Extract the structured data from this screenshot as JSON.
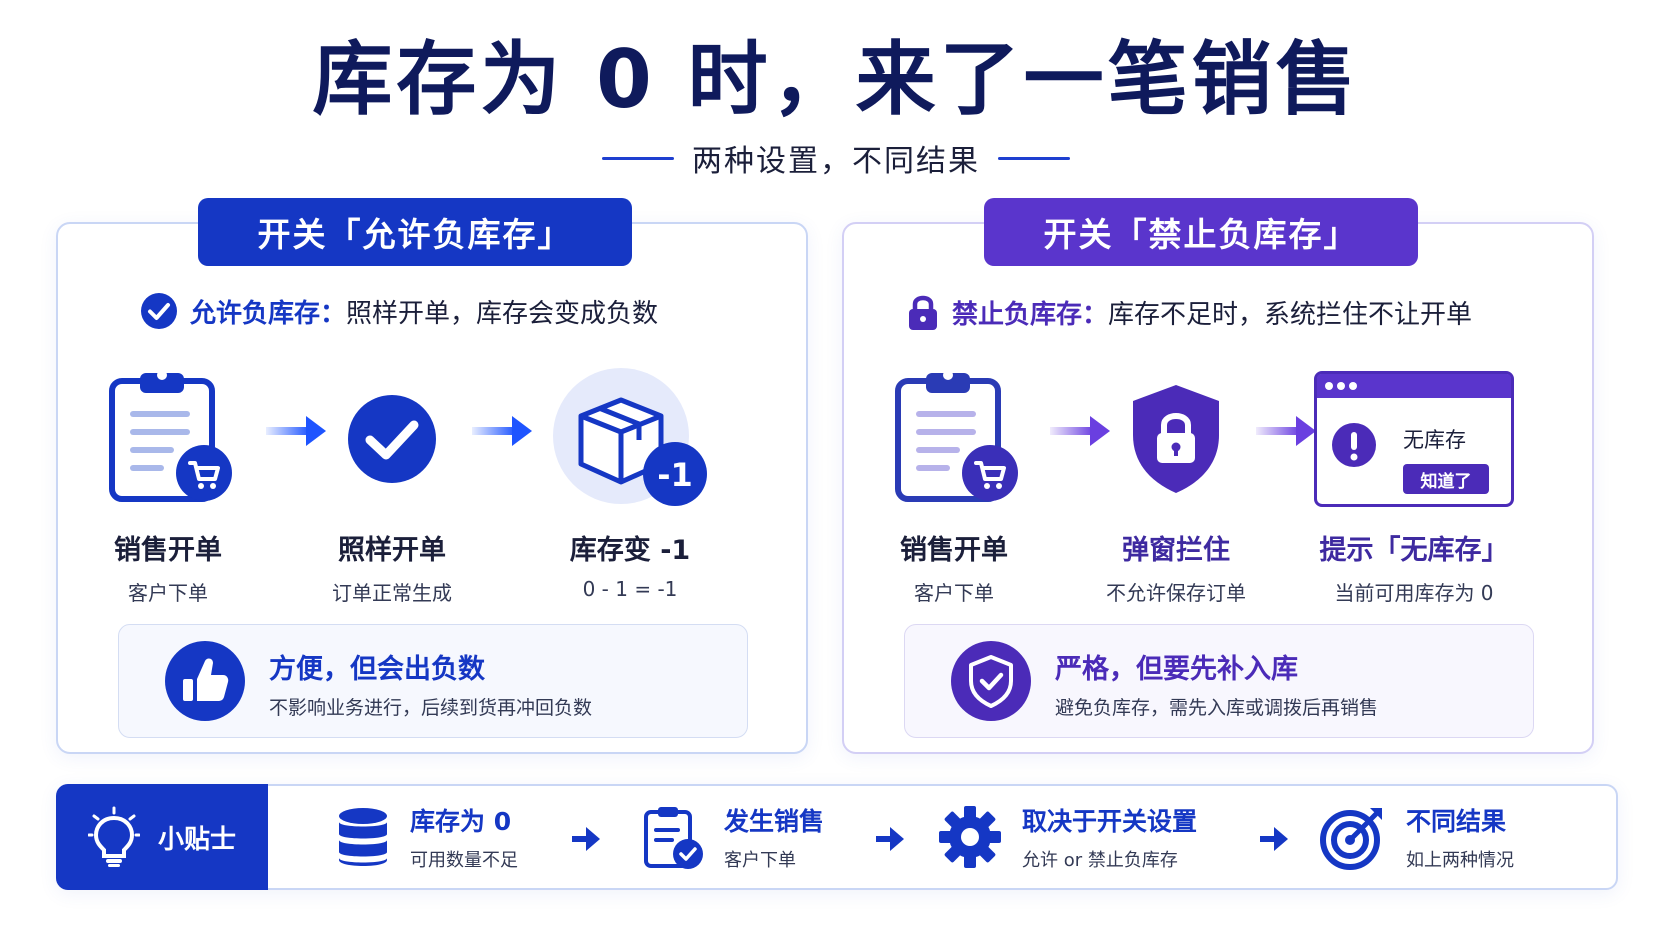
{
  "title": "库存为 0 时，来了一笔销售",
  "subtitle": "两种设置，不同结果",
  "colors": {
    "blue": "#1537c4",
    "purple": "#5a35cc",
    "navy": "#0f1a5c"
  },
  "left": {
    "tab": "开关「允许负库存」",
    "desc_strong": "允许负库存：",
    "desc_text": "照样开单，库存会变成负数",
    "steps": [
      {
        "label": "销售开单",
        "sub": "客户下单",
        "icon": "clipboard-cart-icon"
      },
      {
        "label": "照样开单",
        "sub": "订单正常生成",
        "icon": "check-circle-icon"
      },
      {
        "label": "库存变 -1",
        "sub": "0 - 1 = -1",
        "icon": "box-minus-icon",
        "badge": "-1"
      }
    ],
    "summary_title": "方便，但会出负数",
    "summary_text": "不影响业务进行，后续到货再冲回负数"
  },
  "right": {
    "tab": "开关「禁止负库存」",
    "desc_strong": "禁止负库存：",
    "desc_text": "库存不足时，系统拦住不让开单",
    "steps": [
      {
        "label": "销售开单",
        "sub": "客户下单",
        "icon": "clipboard-cart-icon"
      },
      {
        "label": "弹窗拦住",
        "sub": "不允许保存订单",
        "icon": "shield-lock-icon"
      },
      {
        "label": "提示「无库存」",
        "sub": "当前可用库存为 0",
        "icon": "dialog-icon"
      }
    ],
    "dialog": {
      "message": "无库存",
      "button": "知道了"
    },
    "summary_title": "严格，但要先补入库",
    "summary_text": "避免负库存，需先入库或调拨后再销售"
  },
  "tips": {
    "label": "小贴士",
    "items": [
      {
        "title": "库存为 0",
        "sub": "可用数量不足",
        "icon": "database-icon"
      },
      {
        "title": "发生销售",
        "sub": "客户下单",
        "icon": "clipboard-check-icon"
      },
      {
        "title": "取决于开关设置",
        "sub": "允许 or 禁止负库存",
        "icon": "gear-icon"
      },
      {
        "title": "不同结果",
        "sub": "如上两种情况",
        "icon": "target-icon"
      }
    ]
  }
}
